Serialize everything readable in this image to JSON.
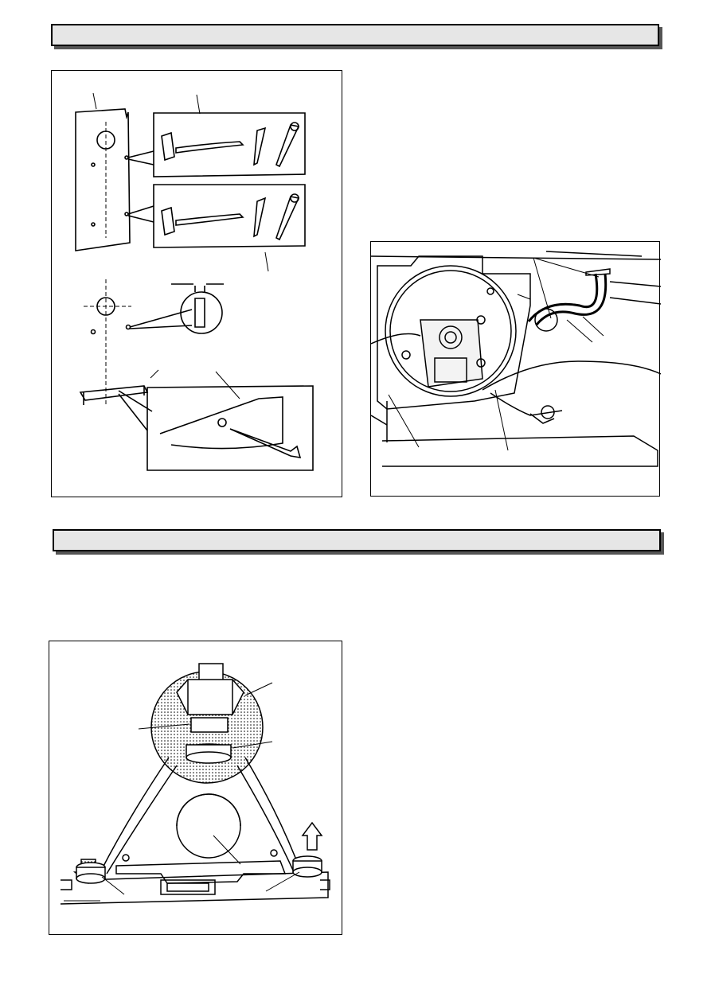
{
  "headers": [
    {
      "title": ""
    },
    {
      "title": ""
    }
  ],
  "figures": [
    {
      "name": "wall-template-fixing-figure"
    },
    {
      "name": "fan-assembly-figure"
    },
    {
      "name": "gas-valve-union-figure"
    }
  ]
}
